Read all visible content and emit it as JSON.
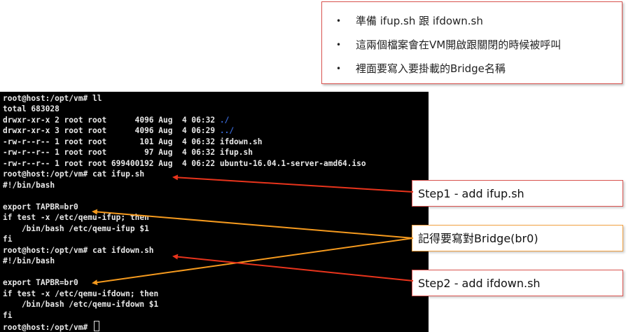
{
  "notes": [
    "準備 ifup.sh 跟 ifdown.sh",
    "這兩個檔案會在VM開啟跟關閉的時候被呼叫",
    "裡面要寫入要掛載的Bridge名稱"
  ],
  "bullet_char": "•",
  "terminal": {
    "prompt": "root@host:/opt/vm#",
    "lines": [
      "root@host:/opt/vm# ll",
      "total 683028",
      "drwxr-xr-x 2 root root      4096 Aug  4 06:32 ",
      "drwxr-xr-x 3 root root      4096 Aug  4 06:29 ",
      "-rw-r--r-- 1 root root       101 Aug  4 06:32 ifdown.sh",
      "-rw-r--r-- 1 root root        97 Aug  4 06:32 ifup.sh",
      "-rw-r--r-- 1 root root 699400192 Aug  4 06:22 ubuntu-16.04.1-server-amd64.iso",
      "root@host:/opt/vm# cat ifup.sh",
      "#!/bin/bash",
      "",
      "export TAPBR=br0",
      "if test -x /etc/qemu-ifup; then",
      "    /bin/bash /etc/qemu-ifup $1",
      "fi",
      "root@host:/opt/vm# cat ifdown.sh",
      "#!/bin/bash",
      "",
      "export TAPBR=br0",
      "if test -x /etc/qemu-ifdown; then",
      "    /bin/bash /etc/qemu-ifdown $1",
      "fi",
      "root@host:/opt/vm# "
    ],
    "dir_current": "./",
    "dir_parent": "../"
  },
  "callouts": {
    "step1": "Step1 - add ifup.sh",
    "bridge": "記得要寫對Bridge(br0)",
    "step2": "Step2 - add ifdown.sh"
  },
  "colors": {
    "red_arrow": "#e8341c",
    "orange_arrow": "#f59a1e",
    "dir_blue": "#3a6ad8"
  }
}
